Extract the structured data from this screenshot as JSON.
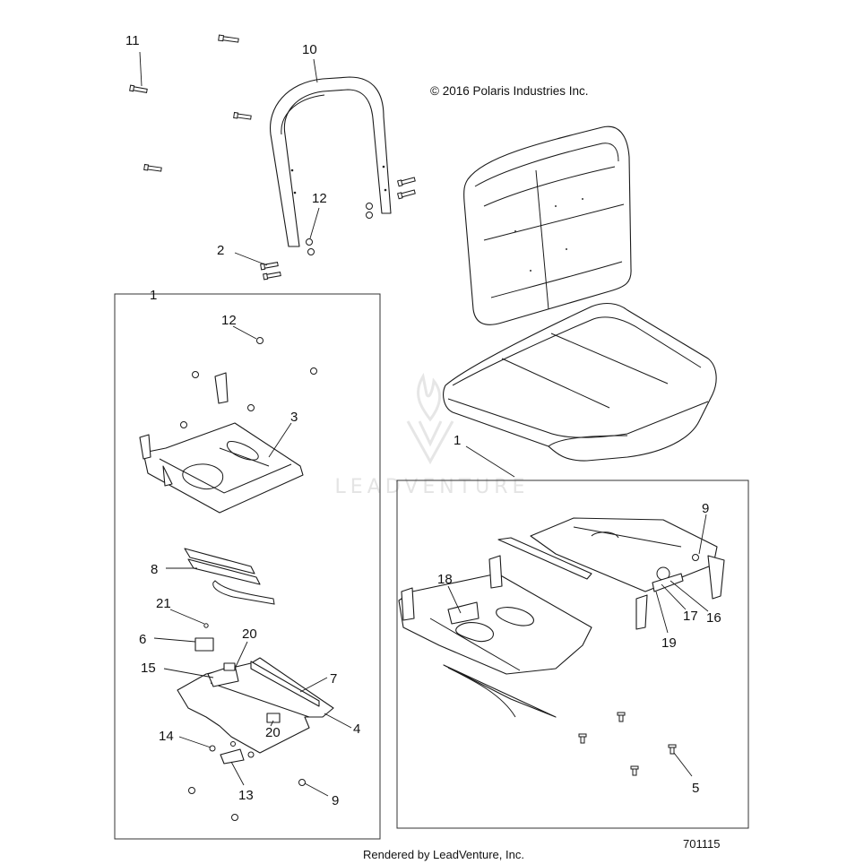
{
  "copyright": "© 2016 Polaris Industries Inc.",
  "rendered_by": "Rendered by LeadVenture, Inc.",
  "diagram_number": "701115",
  "watermark": "LEADVENTURE",
  "callouts": {
    "c1_left": "1",
    "c1_right": "1",
    "c2": "2",
    "c3": "3",
    "c4": "4",
    "c5": "5",
    "c6": "6",
    "c7": "7",
    "c8": "8",
    "c9_right": "9",
    "c9_left": "9",
    "c10": "10",
    "c11": "11",
    "c12_top": "12",
    "c12_left": "12",
    "c13": "13",
    "c14": "14",
    "c15": "15",
    "c16": "16",
    "c17": "17",
    "c18": "18",
    "c19": "19",
    "c20_top": "20",
    "c20_bottom": "20",
    "c21": "21"
  }
}
